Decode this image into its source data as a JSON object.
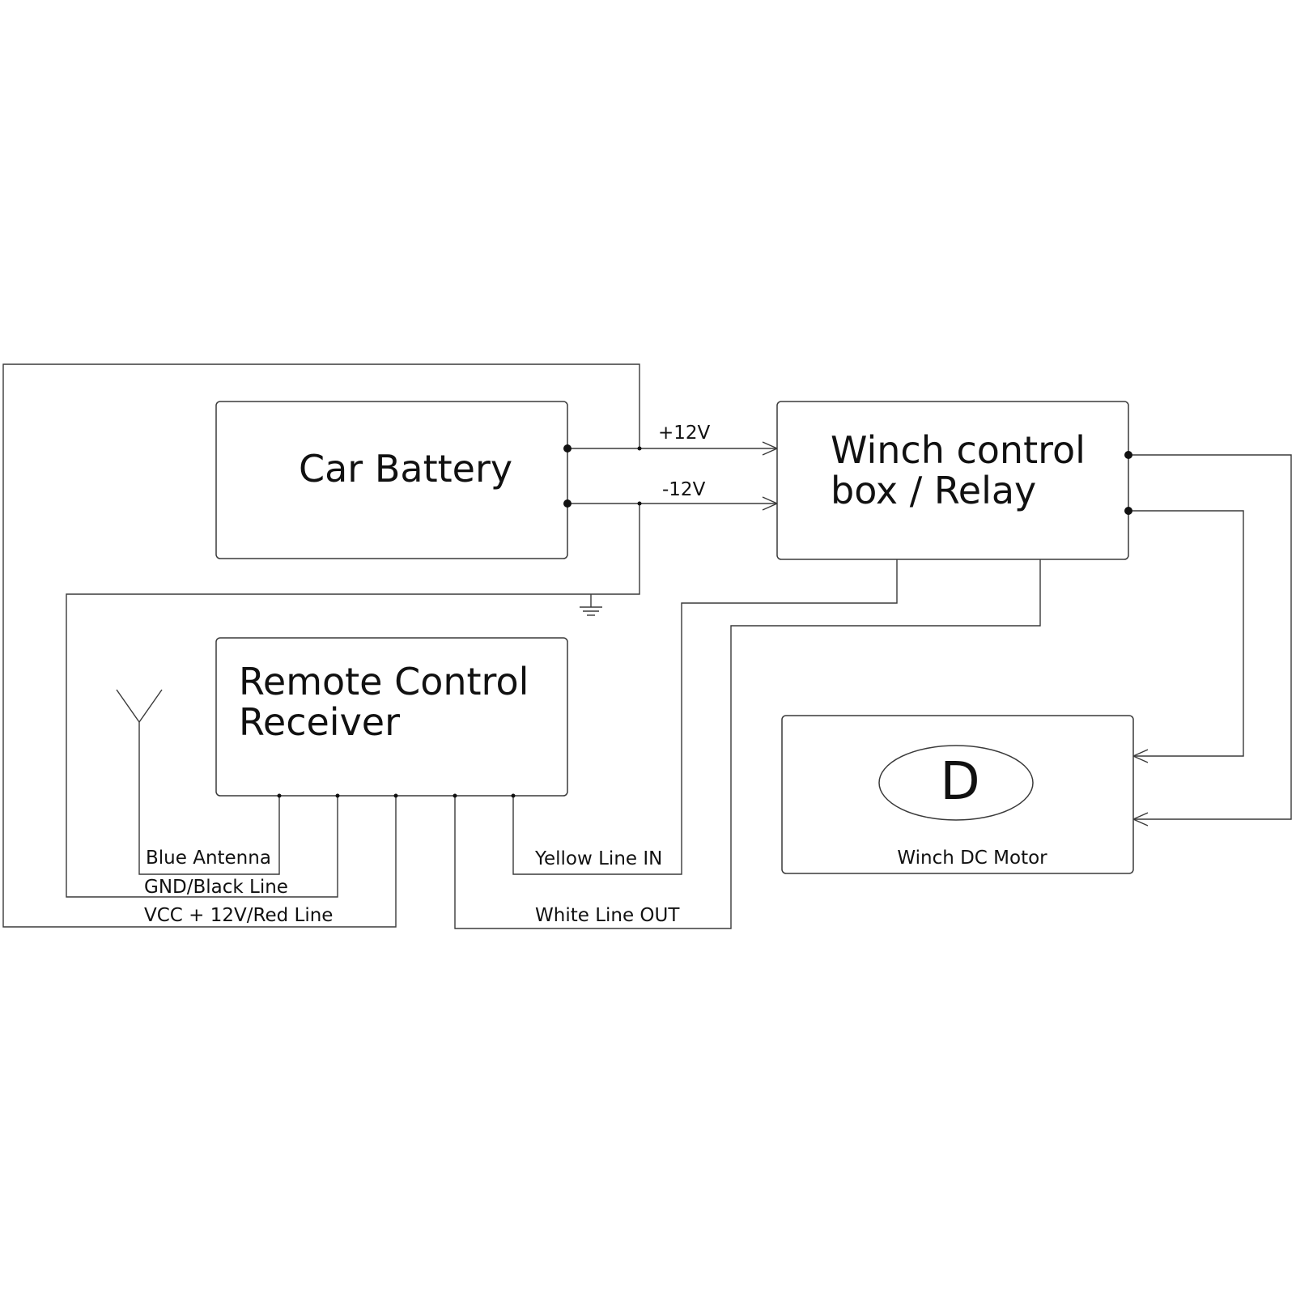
{
  "components": {
    "battery": {
      "label": "Car Battery"
    },
    "relay": {
      "label_lines": [
        "Winch control",
        "box / Relay"
      ]
    },
    "receiver": {
      "label_lines": [
        "Remote Control",
        "Receiver"
      ]
    },
    "motor": {
      "letter": "D",
      "label": "Winch DC Motor"
    }
  },
  "wires": {
    "positive": "+12V",
    "negative": "-12V",
    "antenna": "Blue Antenna",
    "ground": "GND/Black Line",
    "vcc": "VCC + 12V/Red Line",
    "yellow": "Yellow Line IN",
    "white": "White Line OUT"
  },
  "colors": {
    "line": "#3a3a3a",
    "text": "#111111",
    "background": "#ffffff"
  },
  "icons": [
    "antenna-icon",
    "ground-icon",
    "arrow-icon"
  ]
}
